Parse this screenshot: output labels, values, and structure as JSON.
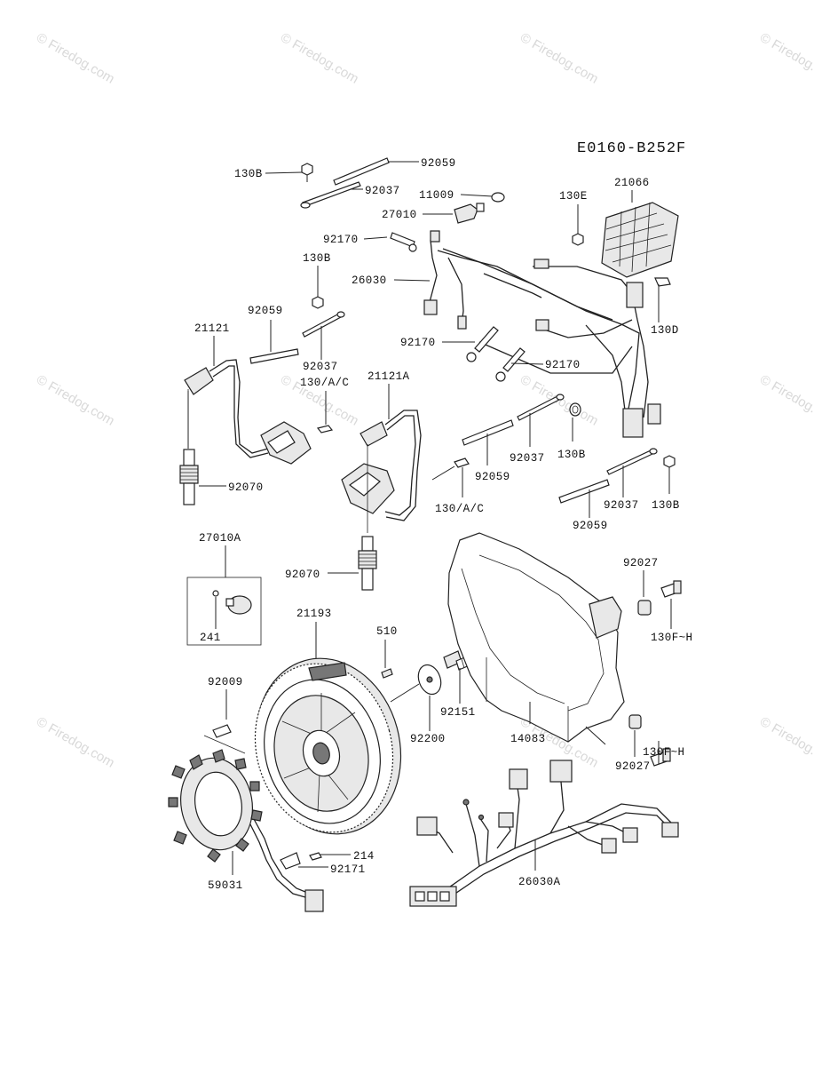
{
  "diagram_code": "E0160-B252F",
  "watermark": "© Firedog.com",
  "labels": {
    "l130B_top": "130B",
    "l92059_top": "92059",
    "l92037_top": "92037",
    "l11009": "11009",
    "l27010": "27010",
    "l130E": "130E",
    "l21066": "21066",
    "l92170_top": "92170",
    "l130B_mid": "130B",
    "l26030": "26030",
    "l92059_left": "92059",
    "l21121": "21121",
    "l130D": "130D",
    "l92170_mid": "92170",
    "l92170_right": "92170",
    "l92037_left": "92037",
    "l130AC_left": "130/A/C",
    "l21121A": "21121A",
    "l130B_right1": "130B",
    "l92037_mid": "92037",
    "l92070_left": "92070",
    "l92059_mid": "92059",
    "l130AC_mid": "130/A/C",
    "l92037_right": "92037",
    "l130B_right2": "130B",
    "l92059_right": "92059",
    "l27010A": "27010A",
    "l92027_top": "92027",
    "l92070_mid": "92070",
    "l130FH_top": "130F~H",
    "l241": "241",
    "l21193": "21193",
    "l510": "510",
    "l92009": "92009",
    "l92151": "92151",
    "l92200": "92200",
    "l14083": "14083",
    "l130FH_bot": "130F~H",
    "l92027_bot": "92027",
    "l214": "214",
    "l92171": "92171",
    "l59031": "59031",
    "l26030A": "26030A"
  }
}
